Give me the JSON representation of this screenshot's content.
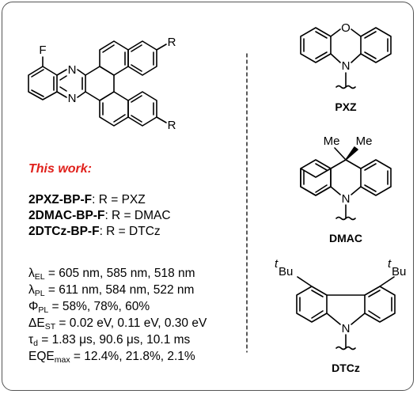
{
  "heading": "This work:",
  "compounds": [
    {
      "name": "2PXZ-BP-F",
      "rest": ": R = PXZ"
    },
    {
      "name": "2DMAC-BP-F",
      "rest": ": R = DMAC"
    },
    {
      "name": "2DTCz-BP-F",
      "rest": ": R = DTCz"
    }
  ],
  "properties": [
    {
      "sym": "λ",
      "sub": "EL",
      "text": " = 605 nm, 585 nm, 518 nm"
    },
    {
      "sym": "λ",
      "sub": "PL",
      "text": " = 611 nm, 584 nm, 522 nm"
    },
    {
      "sym": "Φ",
      "sub": "PL",
      "text": " = 58%, 78%, 60%"
    },
    {
      "sym": "ΔE",
      "sub": "ST",
      "text": " = 0.02 eV, 0.11 eV, 0.30 eV"
    },
    {
      "sym": "τ",
      "sub": "d",
      "text": " = 1.83 μs, 90.6 μs, 10.1 ms"
    },
    {
      "sym": "EQE",
      "sub": "max",
      "text": " = 12.4%, 21.8%, 2.1%"
    }
  ],
  "core_atoms": {
    "f": "F",
    "n_top": "N",
    "n_bottom": "N",
    "r_top": "R",
    "r_bottom": "R"
  },
  "donors": [
    {
      "label": "PXZ",
      "atoms": {
        "o": "O",
        "n": "N"
      }
    },
    {
      "label": "DMAC",
      "atoms": {
        "me1": "Me",
        "me2": "Me",
        "n": "N"
      }
    },
    {
      "label": "DTCz",
      "atoms": {
        "t1": "t",
        "bu1": "Bu",
        "t2": "t",
        "bu2": "Bu",
        "n": "N"
      }
    }
  ],
  "colors": {
    "heading": "#e0201b",
    "border": "#555555"
  }
}
